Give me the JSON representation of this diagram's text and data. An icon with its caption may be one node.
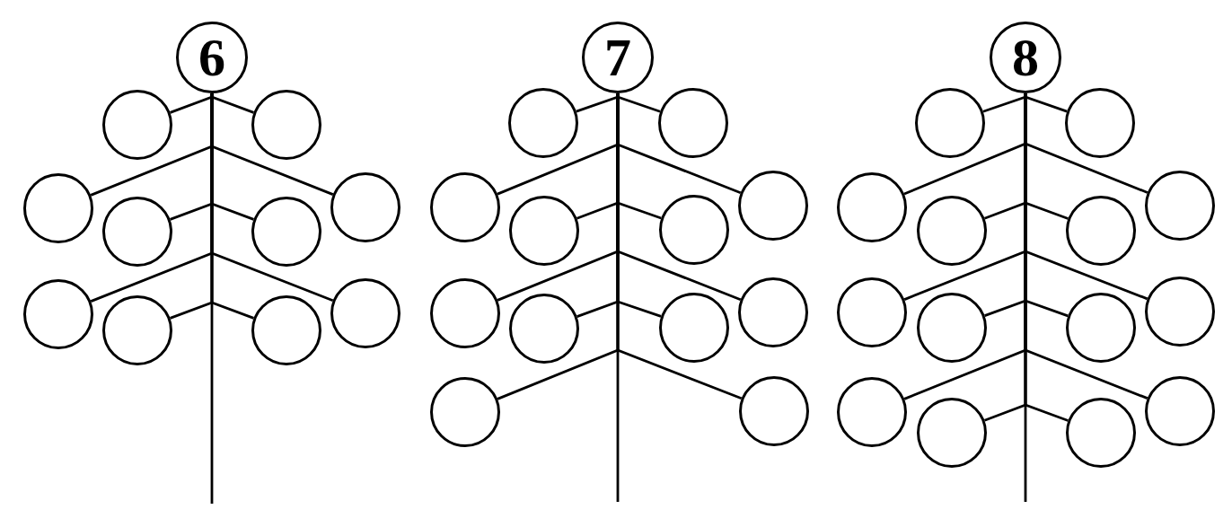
{
  "diagram": {
    "nodes": [
      {
        "text": [
          "6"
        ]
      },
      {
        "text": [],
        "shape": "circle"
      },
      {
        "text": [],
        "shape": "circle"
      },
      {
        "text": [],
        "shape": "circle"
      },
      {
        "text": [],
        "shape": "circle"
      },
      {
        "text": [],
        "shape": "circle"
      },
      {
        "text": [],
        "shape": "circle"
      },
      {
        "text": [],
        "shape": "circle"
      },
      {
        "text": [],
        "shape": "circle"
      },
      {
        "text": [],
        "shape": "circle"
      },
      {
        "text": [],
        "shape": "circle"
      },
      {
        "text": [
          "7"
        ]
      },
      {
        "text": [],
        "shape": "circle"
      },
      {
        "text": [],
        "shape": "circle"
      },
      {
        "text": [],
        "shape": "circle"
      },
      {
        "text": [],
        "shape": "circle"
      },
      {
        "text": [],
        "shape": "circle"
      },
      {
        "text": [],
        "shape": "circle"
      },
      {
        "text": [],
        "shape": "circle"
      },
      {
        "text": [],
        "shape": "circle"
      },
      {
        "text": [],
        "shape": "circle"
      },
      {
        "text": [],
        "shape": "circle"
      },
      {
        "text": [],
        "shape": "circle"
      },
      {
        "text": [],
        "shape": "circle"
      },
      {
        "text": [
          "8"
        ]
      },
      {
        "text": [],
        "shape": "circle"
      },
      {
        "text": [],
        "shape": "circle"
      },
      {
        "text": [],
        "shape": "circle"
      },
      {
        "text": [],
        "shape": "circle"
      },
      {
        "text": [],
        "shape": "circle"
      },
      {
        "text": [],
        "shape": "circle"
      },
      {
        "text": [],
        "shape": "circle"
      },
      {
        "text": [],
        "shape": "circle"
      },
      {
        "text": [],
        "shape": "circle"
      },
      {
        "text": [],
        "shape": "circle"
      },
      {
        "text": [],
        "shape": "circle"
      },
      {
        "text": [],
        "shape": "circle"
      },
      {
        "text": [],
        "shape": "circle"
      },
      {
        "text": [],
        "shape": "circle"
      }
    ],
    "edges": [
      {
        "from": 0,
        "to": 1,
        "arrow": "none"
      },
      {
        "from": 0,
        "to": 2,
        "arrow": "none"
      },
      {
        "from": 0,
        "to": 3,
        "arrow": "none"
      },
      {
        "from": 0,
        "to": 4,
        "arrow": "none"
      },
      {
        "from": 0,
        "to": 5,
        "arrow": "none"
      },
      {
        "from": 0,
        "to": 6,
        "arrow": "none"
      },
      {
        "from": 0,
        "to": 7,
        "arrow": "none"
      },
      {
        "from": 0,
        "to": 8,
        "arrow": "none"
      },
      {
        "from": 0,
        "to": 9,
        "arrow": "none"
      },
      {
        "from": 0,
        "to": 10,
        "arrow": "none"
      },
      {
        "from": 0,
        "to": null,
        "arrow": "none"
      },
      {
        "from": 11,
        "to": 12,
        "arrow": "none"
      },
      {
        "from": 11,
        "to": 13,
        "arrow": "none"
      },
      {
        "from": 11,
        "to": 14,
        "arrow": "none"
      },
      {
        "from": 11,
        "to": 15,
        "arrow": "none"
      },
      {
        "from": 11,
        "to": 16,
        "arrow": "none"
      },
      {
        "from": 11,
        "to": 17,
        "arrow": "none"
      },
      {
        "from": 11,
        "to": 18,
        "arrow": "none"
      },
      {
        "from": 11,
        "to": 19,
        "arrow": "none"
      },
      {
        "from": 11,
        "to": 20,
        "arrow": "none"
      },
      {
        "from": 11,
        "to": 21,
        "arrow": "none"
      },
      {
        "from": 11,
        "to": 22,
        "arrow": "none"
      },
      {
        "from": 11,
        "to": 23,
        "arrow": "none"
      },
      {
        "from": 11,
        "to": null,
        "arrow": "none"
      },
      {
        "from": 24,
        "to": 25,
        "arrow": "none"
      },
      {
        "from": 24,
        "to": 26,
        "arrow": "none"
      },
      {
        "from": 24,
        "to": 27,
        "arrow": "none"
      },
      {
        "from": 24,
        "to": 28,
        "arrow": "none"
      },
      {
        "from": 24,
        "to": 29,
        "arrow": "none"
      },
      {
        "from": 24,
        "to": 30,
        "arrow": "none"
      },
      {
        "from": 24,
        "to": 31,
        "arrow": "none"
      },
      {
        "from": 24,
        "to": 32,
        "arrow": "none"
      },
      {
        "from": 24,
        "to": 33,
        "arrow": "none"
      },
      {
        "from": 24,
        "to": 34,
        "arrow": "none"
      },
      {
        "from": 24,
        "to": 35,
        "arrow": "none"
      },
      {
        "from": 24,
        "to": 36,
        "arrow": "none"
      },
      {
        "from": 24,
        "to": 37,
        "arrow": "none"
      },
      {
        "from": 24,
        "to": 38,
        "arrow": "none"
      },
      {
        "from": 24,
        "to": null,
        "arrow": "none"
      }
    ]
  }
}
